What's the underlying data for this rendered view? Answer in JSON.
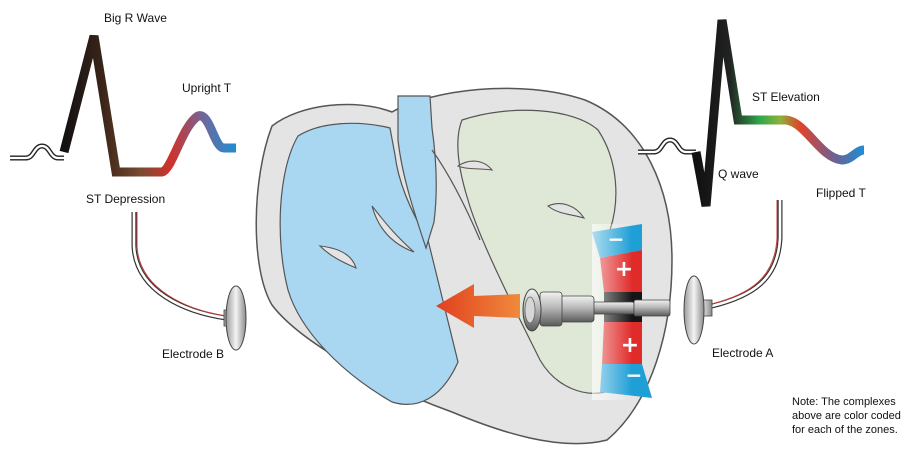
{
  "labels": {
    "big_r_wave": "Big R Wave",
    "upright_t": "Upright T",
    "st_depression": "ST Depression",
    "electrode_b": "Electrode B",
    "st_elevation": "ST Elevation",
    "q_wave": "Q wave",
    "flipped_t": "Flipped T",
    "electrode_a": "Electrode A"
  },
  "note": {
    "line1": "Note: The complexes",
    "line2": "above are color coded",
    "line3": "for each of the zones."
  },
  "zones": {
    "minus_symbol": "−",
    "plus_symbol": "+"
  },
  "colors": {
    "left_chamber": "#a9d6f0",
    "right_chamber": "#dfe8d6",
    "heart_fill": "#e4e4e4",
    "heart_outline": "#555555",
    "negative_zone": "#1e9fd6",
    "positive_zone": "#e02b2b",
    "arrow": "#e8562a"
  }
}
